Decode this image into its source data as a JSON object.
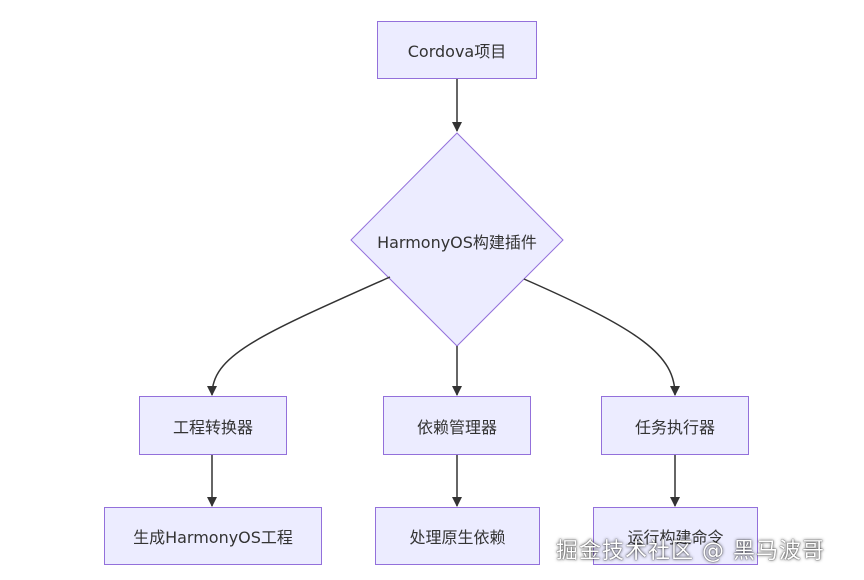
{
  "diagram": {
    "nodes": {
      "cordova_project": "Cordova项目",
      "build_plugin": "HarmonyOS构建插件",
      "project_converter": "工程转换器",
      "dependency_manager": "依赖管理器",
      "task_executor": "任务执行器",
      "generate_project": "生成HarmonyOS工程",
      "native_deps": "处理原生依赖",
      "run_build": "运行构建命令"
    }
  },
  "watermark": "掘金技术社区 @ 黑马波哥",
  "colors": {
    "node_fill": "#ececff",
    "node_border": "#9370db",
    "edge": "#333333"
  }
}
